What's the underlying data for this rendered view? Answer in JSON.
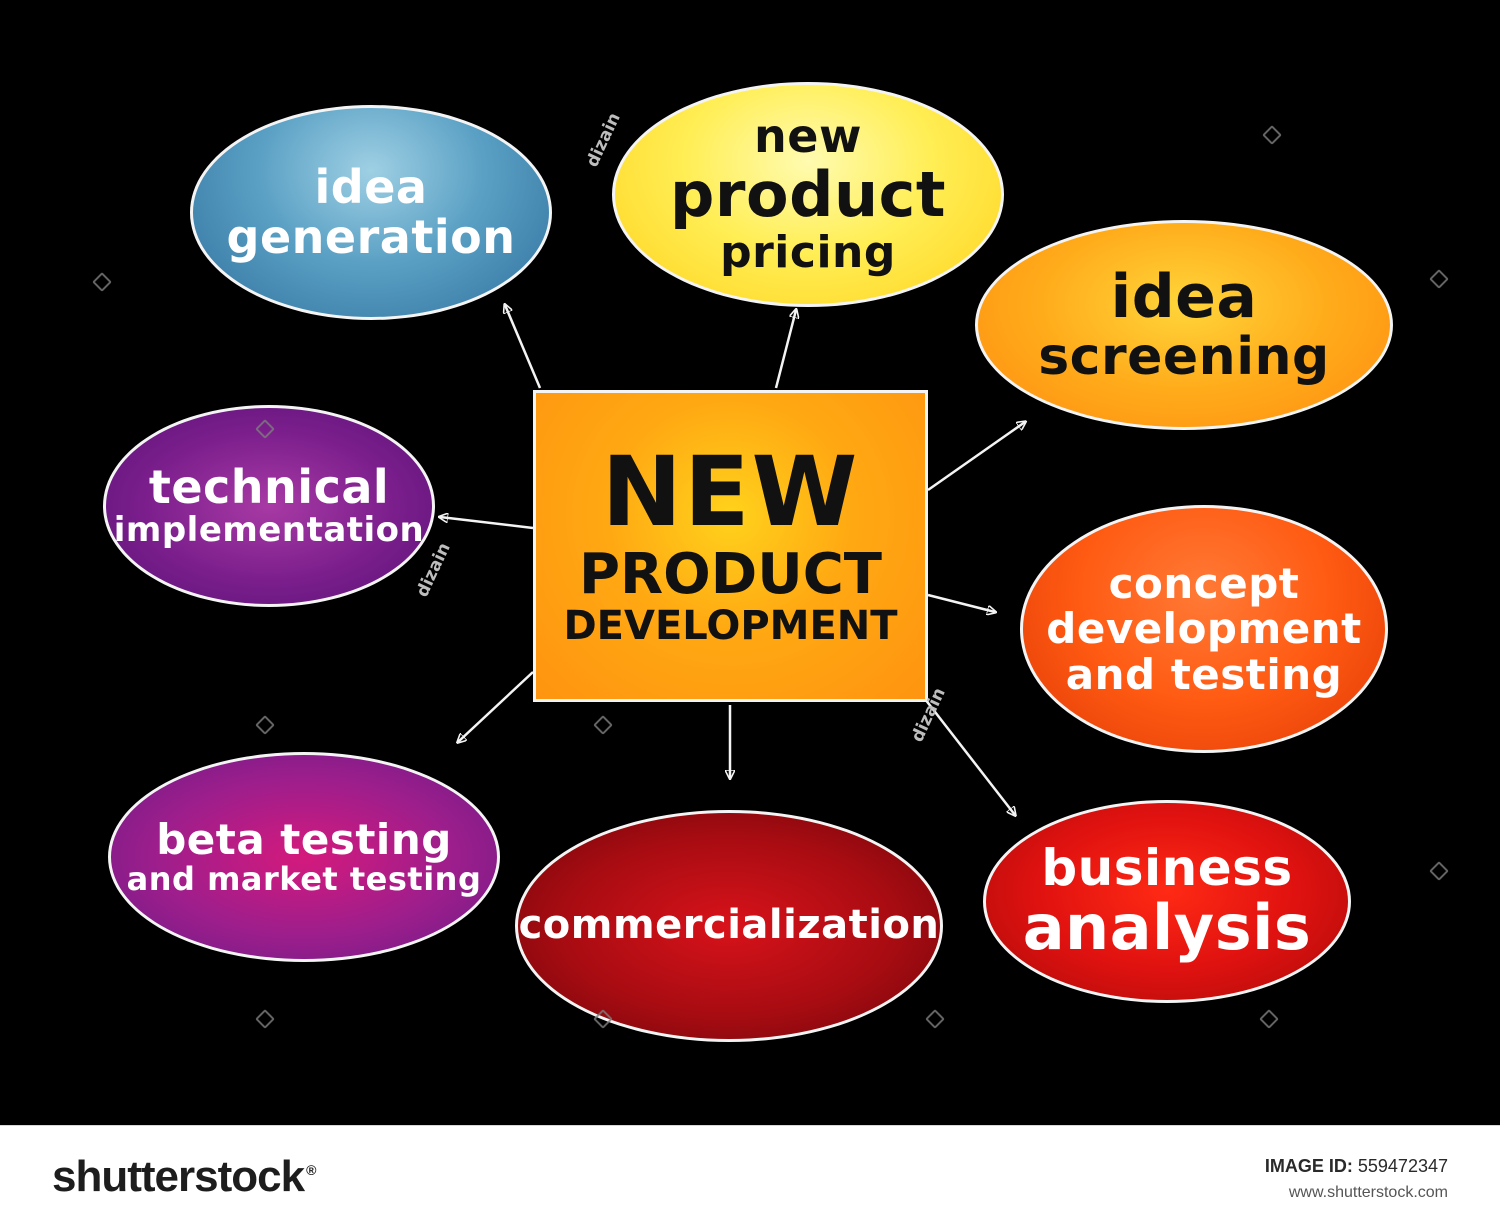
{
  "center": {
    "line1": "NEW",
    "line2": "PRODUCT",
    "line3": "DEVELOPMENT"
  },
  "nodes": [
    {
      "id": "idea-generation",
      "lines": [
        "idea",
        "generation"
      ]
    },
    {
      "id": "new-product-pricing",
      "lines": [
        "new",
        "product",
        "pricing"
      ]
    },
    {
      "id": "idea-screening",
      "lines": [
        "idea",
        "screening"
      ]
    },
    {
      "id": "concept-development-and-testing",
      "lines": [
        "concept",
        "development",
        "and testing"
      ]
    },
    {
      "id": "business-analysis",
      "lines": [
        "business",
        "analysis"
      ]
    },
    {
      "id": "commercialization",
      "lines": [
        "commercialization"
      ]
    },
    {
      "id": "beta-testing-and-market-testing",
      "lines": [
        "beta testing",
        "and market testing"
      ]
    },
    {
      "id": "technical-implementation",
      "lines": [
        "technical",
        "implementation"
      ]
    }
  ],
  "author_tags": [
    "dizain",
    "dizain",
    "dizain"
  ],
  "footer": {
    "logo": "shutterstock",
    "trademark": "®",
    "image_id_label": "IMAGE ID:",
    "image_id_value": "559472347",
    "site": "www.shutterstock.com"
  },
  "colors": {
    "background": "#000000",
    "outline": "#f4f4f4",
    "center_fill": "#ffa812"
  }
}
